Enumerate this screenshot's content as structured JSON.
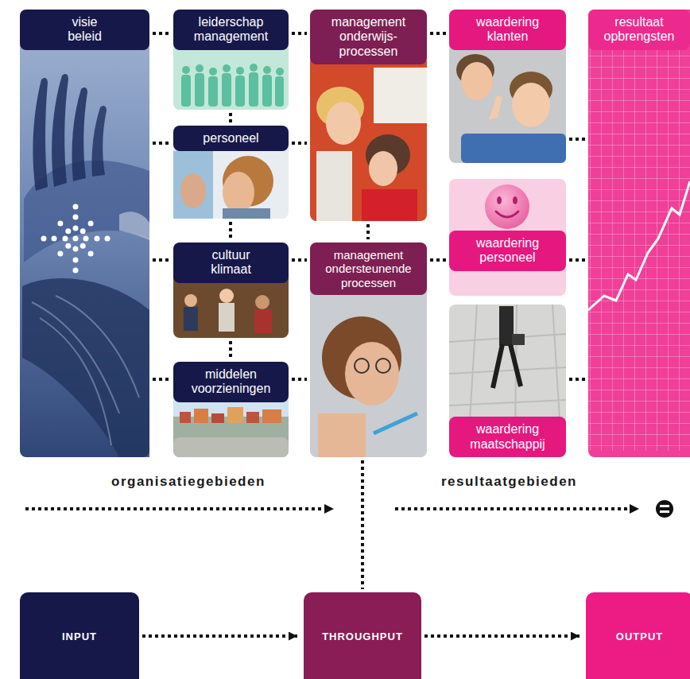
{
  "diagram": {
    "nodes": [
      {
        "text": [
          "visie beleid"
        ]
      },
      {
        "text": [
          "leiderschap management"
        ]
      },
      {
        "text": [
          "personeel"
        ]
      },
      {
        "text": [
          "cultuur klimaat"
        ]
      },
      {
        "text": [
          "middelen voorzieningen"
        ]
      },
      {
        "text": [
          "management onderwijs- processen"
        ]
      },
      {
        "text": [
          "management ondersteunende processen"
        ]
      },
      {
        "text": [
          "waardering klanten"
        ]
      },
      {
        "text": [
          "waardering personeel"
        ]
      },
      {
        "text": [
          "waardering maatschappij"
        ]
      },
      {
        "text": [
          "resultaat opbrengsten"
        ]
      },
      {
        "text": [
          "INPUT"
        ]
      },
      {
        "text": [
          "THROUGHPUT"
        ]
      },
      {
        "text": [
          "OUTPUT"
        ]
      }
    ],
    "edges": [
      {
        "from": 0,
        "to": 1,
        "arrow": "none"
      },
      {
        "from": 0,
        "to": 2,
        "arrow": "none"
      },
      {
        "from": 0,
        "to": 3,
        "arrow": "none"
      },
      {
        "from": 0,
        "to": 4,
        "arrow": "none"
      },
      {
        "from": 1,
        "to": 2,
        "arrow": "none"
      },
      {
        "from": 2,
        "to": 3,
        "arrow": "none"
      },
      {
        "from": 3,
        "to": 4,
        "arrow": "none"
      },
      {
        "from": 1,
        "to": 5,
        "arrow": "none"
      },
      {
        "from": 2,
        "to": 5,
        "arrow": "none"
      },
      {
        "from": 3,
        "to": 6,
        "arrow": "none"
      },
      {
        "from": 4,
        "to": 6,
        "arrow": "none"
      },
      {
        "from": 5,
        "to": 6,
        "arrow": "none"
      },
      {
        "from": 5,
        "to": 7,
        "arrow": "none"
      },
      {
        "from": 6,
        "to": 8,
        "arrow": "none"
      },
      {
        "from": 7,
        "to": 10,
        "arrow": "none"
      },
      {
        "from": 8,
        "to": 10,
        "arrow": "none"
      },
      {
        "from": 9,
        "to": 10,
        "arrow": "none"
      },
      {
        "from": 6,
        "to": 12,
        "arrow": "none"
      },
      {
        "from": 11,
        "to": 12,
        "arrow": "to"
      },
      {
        "from": 12,
        "to": 13,
        "arrow": "to"
      }
    ],
    "labels": [
      "organisatiegebieden",
      "resultaatgebieden"
    ]
  }
}
